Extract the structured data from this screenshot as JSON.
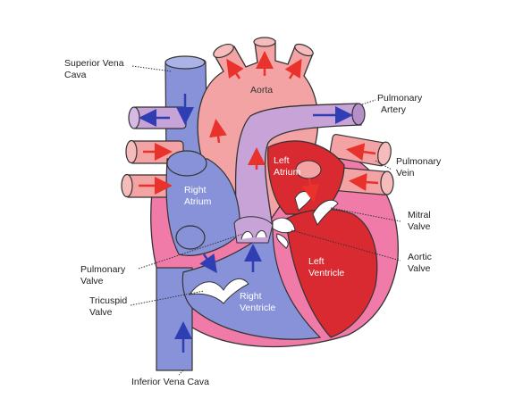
{
  "labels": {
    "superior_vena_cava": [
      "Superior Vena",
      "Cava"
    ],
    "aorta": "Aorta",
    "pulmonary_artery": [
      "Pulmonary",
      "Artery"
    ],
    "pulmonary_vein": [
      "Pulmonary",
      "Vein"
    ],
    "right_atrium": [
      "Right",
      "Atrium"
    ],
    "left_atrium": [
      "Left",
      "Atrium"
    ],
    "mitral_valve": [
      "Mitral",
      "Valve"
    ],
    "aortic_valve": [
      "Aortic",
      "Valve"
    ],
    "left_ventricle": [
      "Left",
      "Ventricle"
    ],
    "pulmonary_valve": [
      "Pulmonary",
      "Valve"
    ],
    "tricuspid_valve": [
      "Tricuspid",
      "Valve"
    ],
    "right_ventricle": [
      "Right",
      "Ventricle"
    ],
    "inferior_vena_cava": "Inferior Vena Cava"
  },
  "colors": {
    "deoxygenated_blue": "#8892d8",
    "oxygenated_red": "#f3a3a3",
    "left_ventricle_red": "#d82a30",
    "heart_wall_pink": "#f07aa8",
    "pulmonary_lilac": "#c7a3d8",
    "arrow_red": "#e8322b",
    "arrow_blue": "#2f3fb3"
  }
}
